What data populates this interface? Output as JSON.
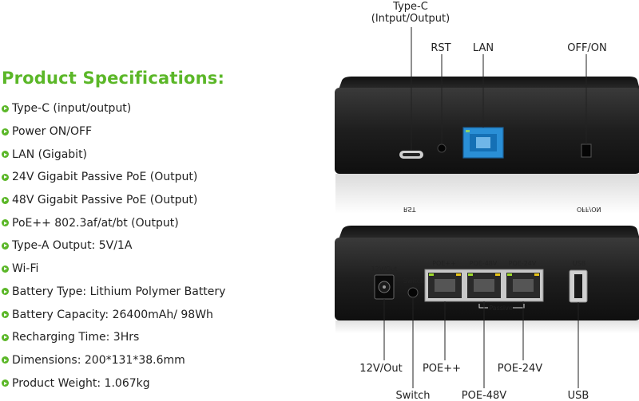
{
  "specs": {
    "title": "Product Specifications:",
    "items": [
      "Type-C (input/output)",
      "Power ON/OFF",
      "LAN (Gigabit)",
      "24V Gigabit Passive PoE  (Output)",
      "48V Gigabit Passive PoE (Output)",
      "PoE++ 802.3af/at/bt (Output)",
      "Type-A Output: 5V/1A",
      "Wi-Fi",
      "Battery Type: Lithium Polymer Battery",
      "Battery Capacity: 26400mAh/ 98Wh",
      "Recharging Time: 3Hrs",
      "Dimensions: 200*131*38.6mm",
      "Product Weight: 1.067kg"
    ]
  },
  "front_view": {
    "callouts": {
      "type_c_line1": "Type-C",
      "type_c_line2": "(Intput/Output)",
      "rst": "RST",
      "lan": "LAN",
      "off_on": "OFF/ON"
    },
    "reflection_text": {
      "left": "RST",
      "right": "OFF/ON"
    }
  },
  "rear_view": {
    "panel_labels": {
      "dc": "12V/Out",
      "switch": "Switch",
      "poe_plus": "POE++",
      "poe_48v": "POE-48V",
      "poe_24v": "POE-24V",
      "usb": "USB",
      "passive": "Passive"
    },
    "callouts": {
      "dc": "12V/Out",
      "poe_plus": "POE++",
      "poe_24v": "POE-24V",
      "switch": "Switch",
      "poe_48v": "POE-48V",
      "usb": "USB"
    }
  },
  "colors": {
    "accent_green": "#5bb728",
    "lan_port_blue": "#2a8fd6",
    "device_body": "#1c1c1c"
  }
}
